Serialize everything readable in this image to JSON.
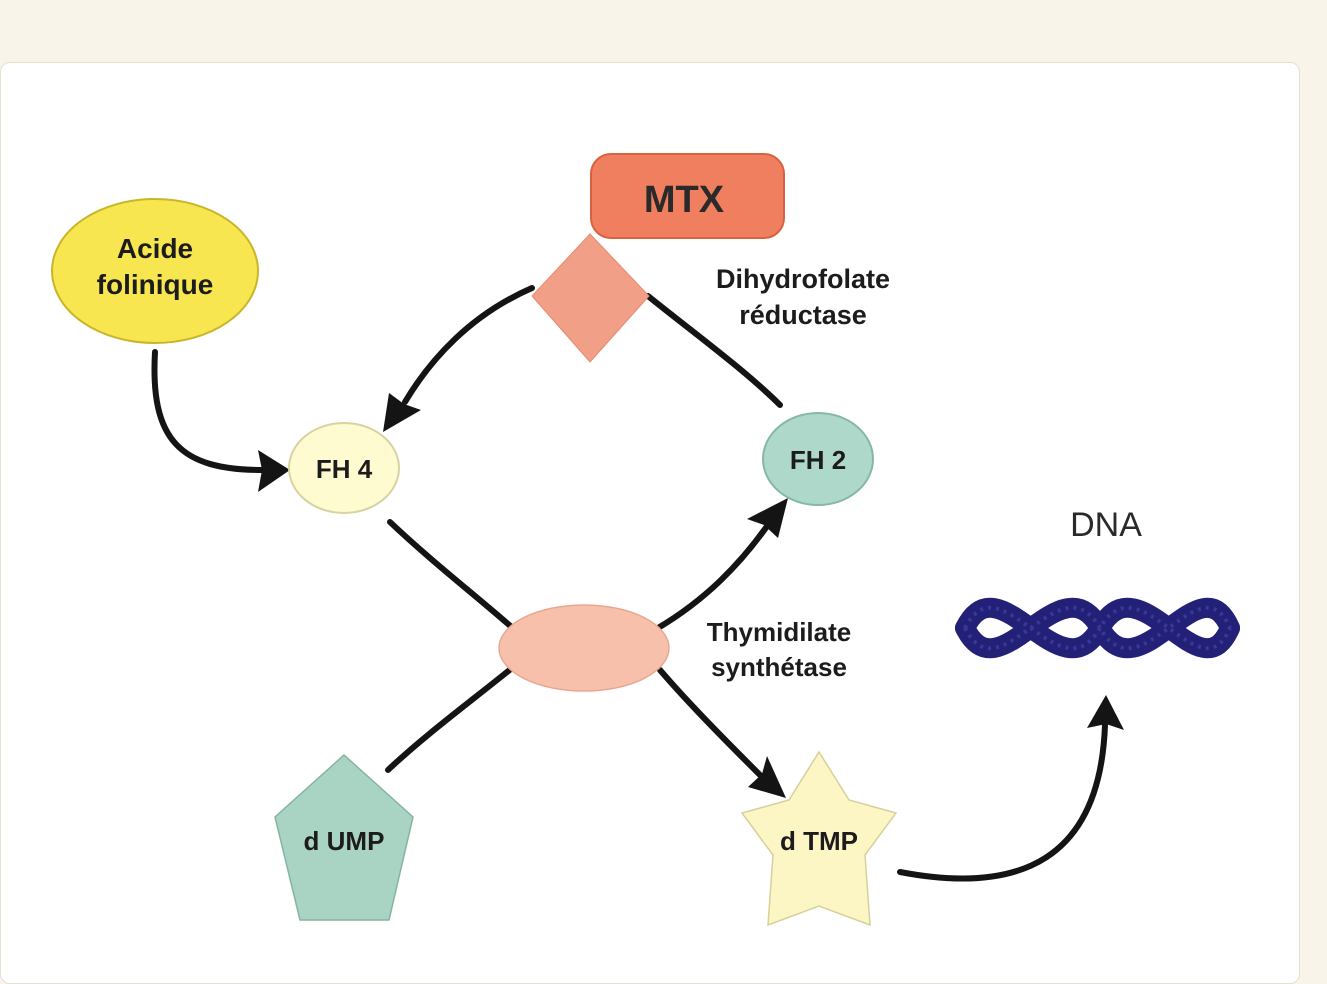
{
  "nodes": {
    "mtx": "MTX",
    "acide_line1": "Acide",
    "acide_line2": "folinique",
    "fh4": "FH 4",
    "fh2": "FH 2",
    "dump": "d UMP",
    "dtmp": "d TMP",
    "dna": "DNA"
  },
  "enzymes": {
    "dhfr_line1": "Dihydrofolate",
    "dhfr_line2": "réductase",
    "ts_line1": "Thymidilate",
    "ts_line2": "synthétase"
  },
  "colors": {
    "mtx": "#f07f5f",
    "acide": "#f7e650",
    "fh4": "#fffbd0",
    "fh2": "#aed8c9",
    "diamond": "#f19f86",
    "ellipse": "#f6c0ab",
    "pentagon": "#a9d4c3",
    "star": "#fbf6c4",
    "dna": "#232078"
  }
}
